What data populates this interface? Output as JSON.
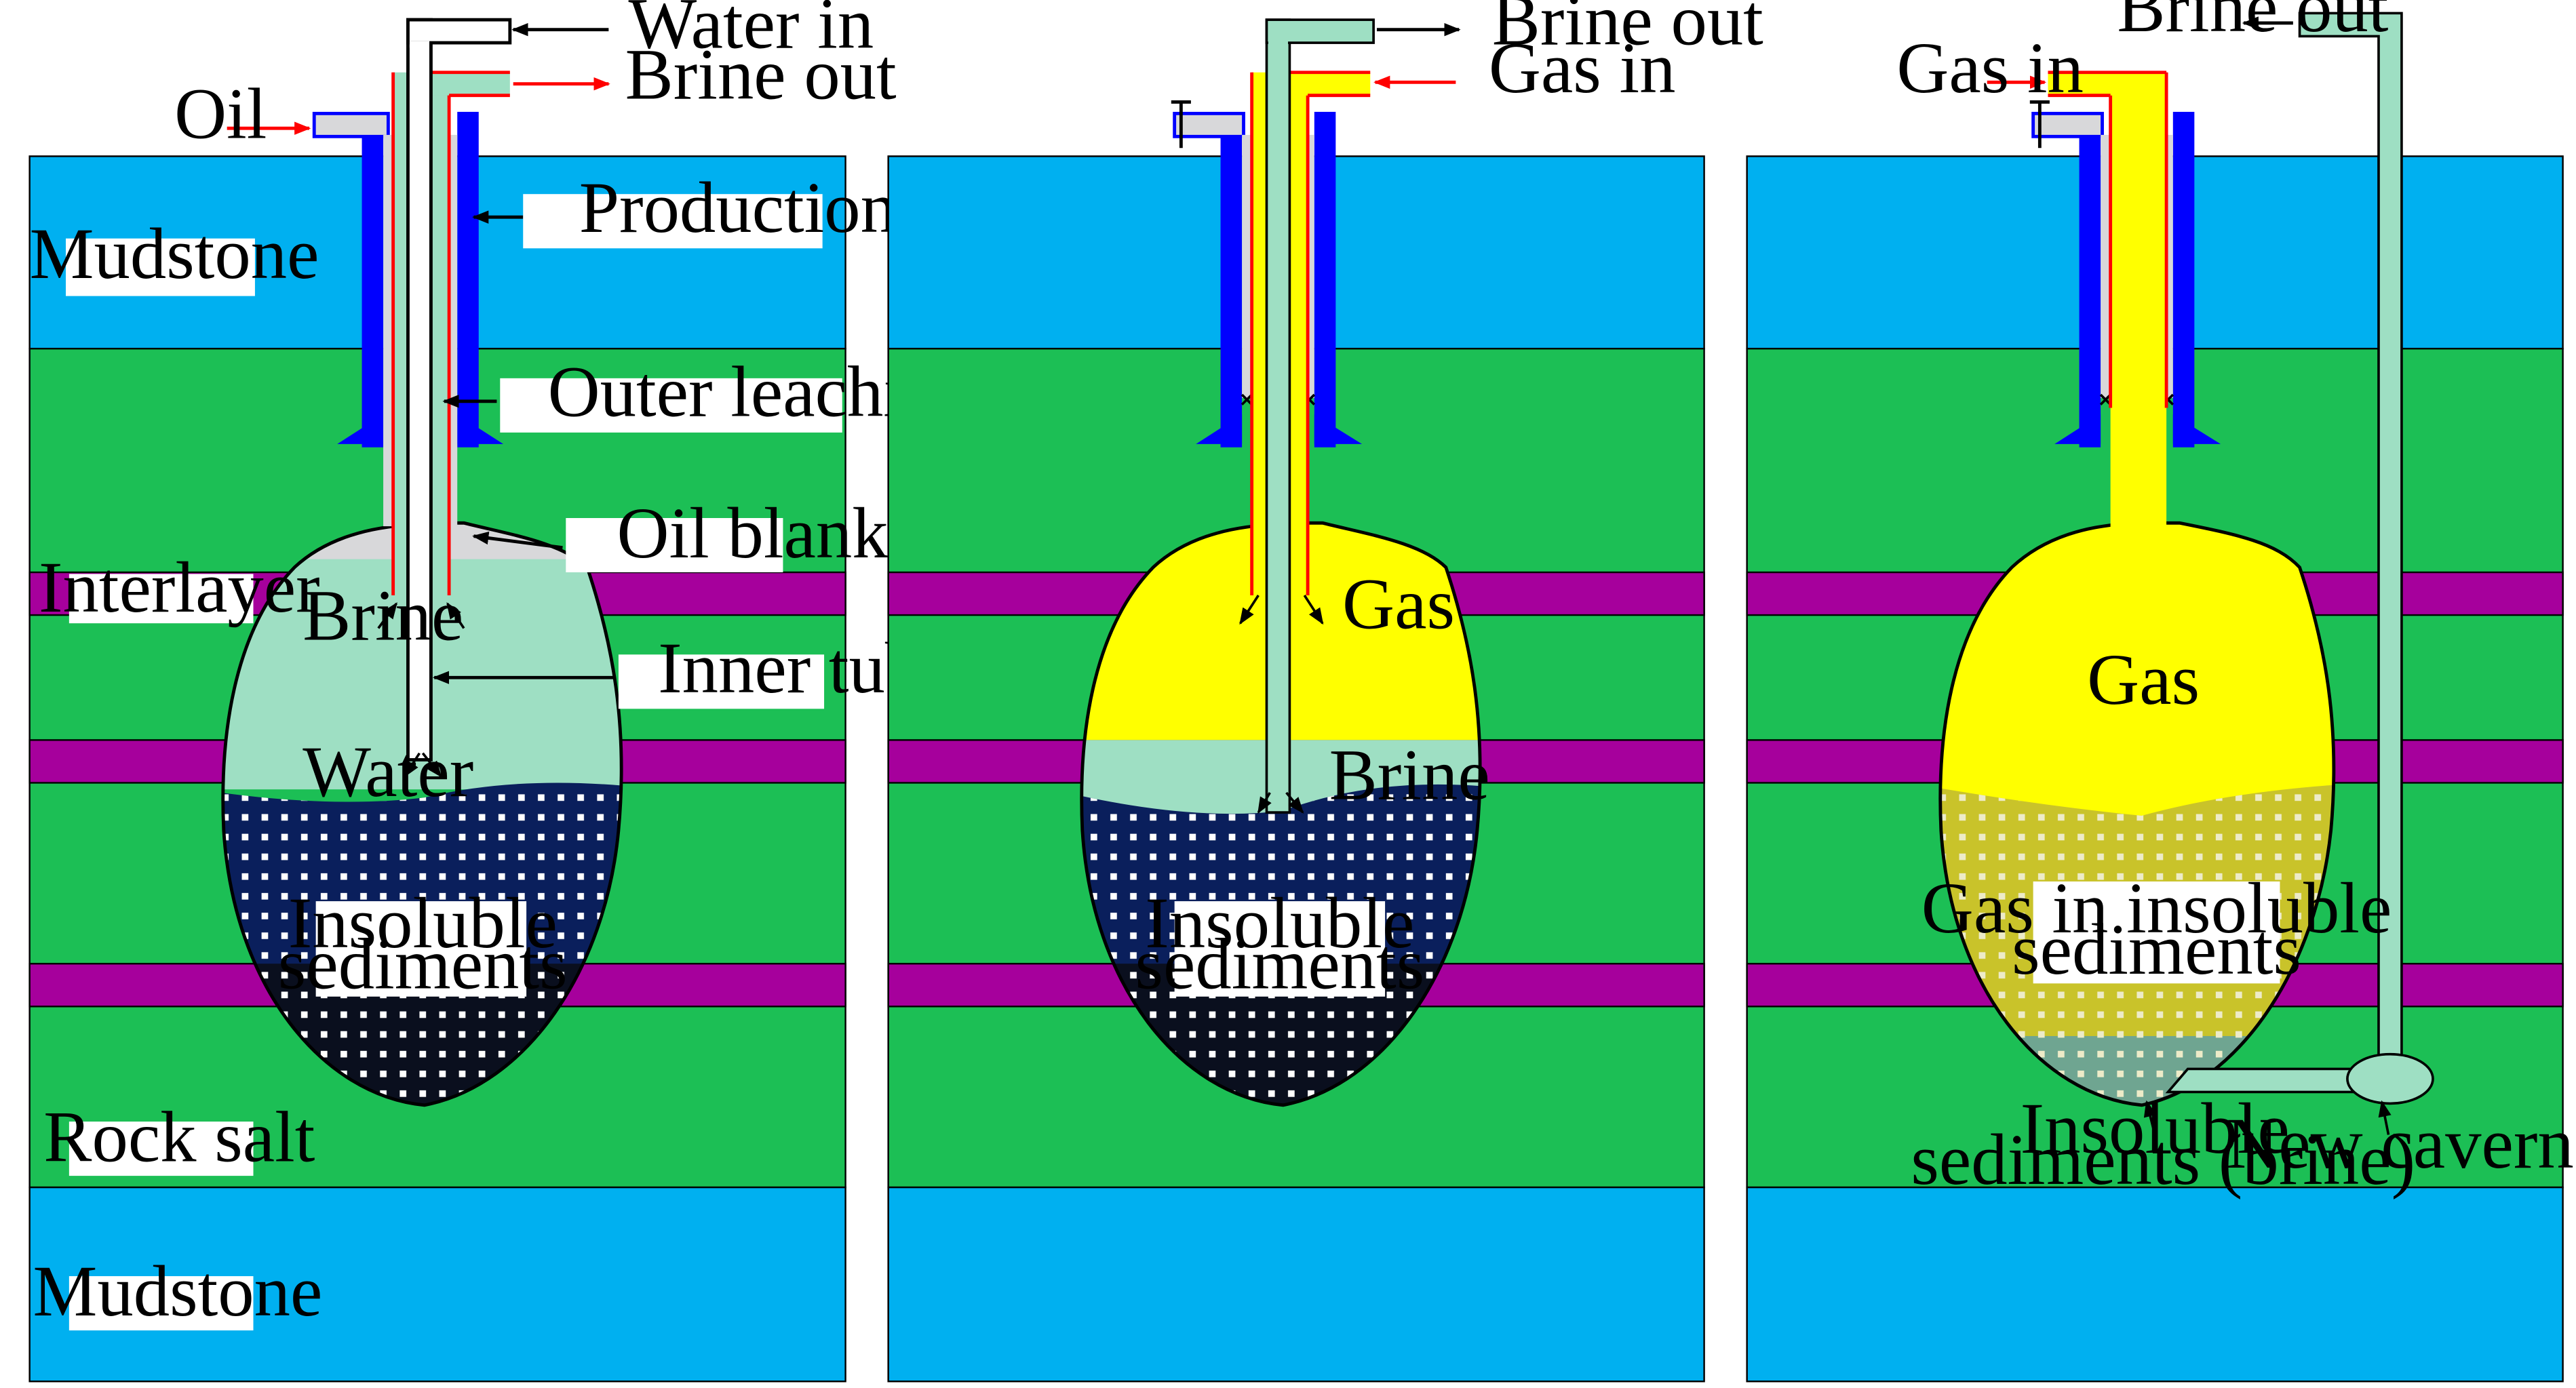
{
  "colors": {
    "mudstone": "#00B0F0",
    "rock_salt": "#1CBF55",
    "interlayer": "#A6009C",
    "brine": "#9EDFC3",
    "gas": "#FFFF00",
    "oil": "#D8D8DA",
    "casing": "#0000FF",
    "sediments": "#0A1F5C",
    "sediments_dark": "#0A0F1E",
    "gas_sediments": "#C9C32A",
    "arrow_red": "#FF0000"
  },
  "panel1": {
    "mudstone_top": "Mudstone",
    "interlayer": "Interlayer",
    "rock_salt": "Rock salt",
    "mudstone_bottom": "Mudstone",
    "water_in": "Water in",
    "brine_out": "Brine out",
    "oil": "Oil",
    "production_casing": "Production casing",
    "outer_leaching_tubing": "Outer leaching tubing",
    "oil_blanket": "Oil blanket",
    "brine": "Brine",
    "inner_tubing": "Inner tubing",
    "water": "Water",
    "insoluble_sediments_1": "Insoluble",
    "insoluble_sediments_2": "sediments"
  },
  "panel2": {
    "brine_out": "Brine out",
    "gas_in": "Gas in",
    "gas": "Gas",
    "brine": "Brine",
    "insoluble_sediments_1": "Insoluble",
    "insoluble_sediments_2": "sediments"
  },
  "panel3": {
    "brine_out": "Brine out",
    "gas_in": "Gas in",
    "gas": "Gas",
    "gas_in_sediments_1": "Gas in insoluble",
    "gas_in_sediments_2": "sediments",
    "insoluble_brine_1": "Insoluble",
    "insoluble_brine_2": "sediments (brine)",
    "new_cavern": "New cavern"
  }
}
